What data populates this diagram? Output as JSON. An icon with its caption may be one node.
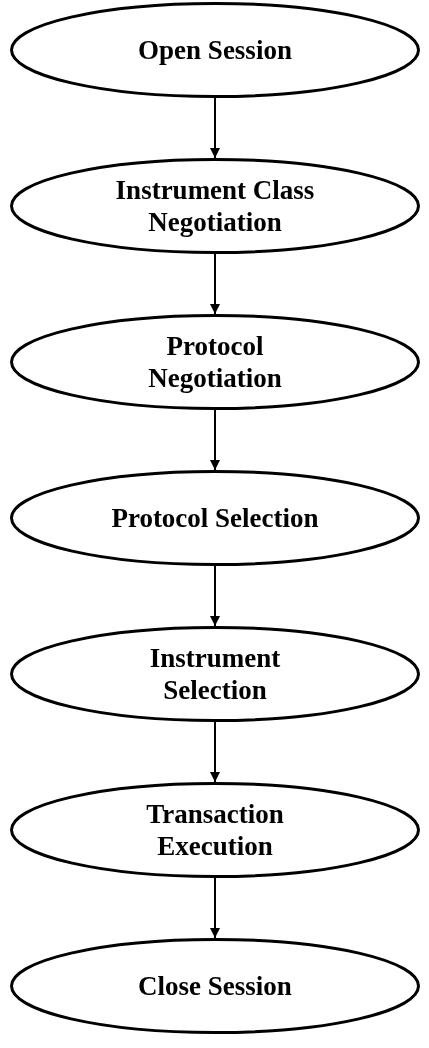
{
  "diagram": {
    "nodes": [
      {
        "text": [
          "Open Session"
        ]
      },
      {
        "text": [
          "Instrument Class Negotiation"
        ]
      },
      {
        "text": [
          "Protocol Negotiation"
        ]
      },
      {
        "text": [
          "Protocol Selection"
        ]
      },
      {
        "text": [
          "Instrument Selection"
        ]
      },
      {
        "text": [
          "Transaction Execution"
        ]
      },
      {
        "text": [
          "Close Session"
        ]
      }
    ],
    "edges": [
      {
        "from": 0,
        "to": 1,
        "arrow": "to"
      },
      {
        "from": 1,
        "to": 2,
        "arrow": "to"
      },
      {
        "from": 2,
        "to": 3,
        "arrow": "to"
      },
      {
        "from": 3,
        "to": 4,
        "arrow": "to"
      },
      {
        "from": 4,
        "to": 5,
        "arrow": "to"
      },
      {
        "from": 5,
        "to": 6,
        "arrow": "to"
      }
    ]
  }
}
